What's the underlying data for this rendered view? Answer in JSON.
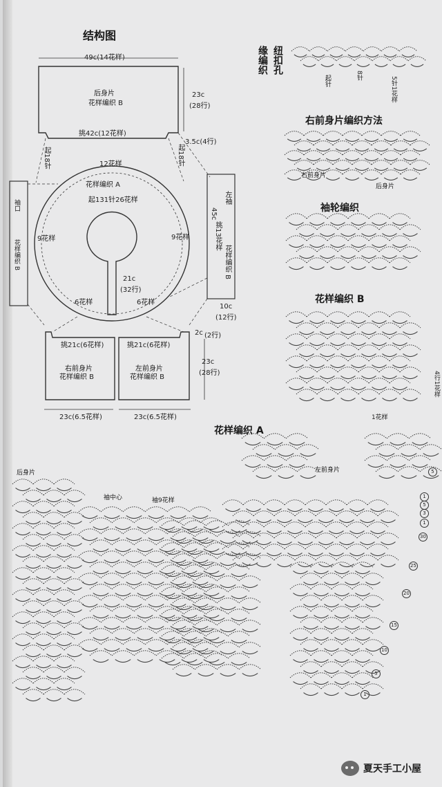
{
  "structure": {
    "title": "结构图",
    "back": {
      "top_width": "49c(14花样)",
      "name": "后身片",
      "pattern": "花样编织 B",
      "height": "23c",
      "height_rows": "(28行)",
      "start": "挑42c(12花样)",
      "side_note": "3.5c(4行)",
      "left_start": "起18针",
      "right_start": "起18针"
    },
    "yoke": {
      "outer": "12花样",
      "pattern": "花样编织 A",
      "start": "起131针26花样",
      "left_side": "9花样",
      "right_side": "9花样",
      "bottom_left": "6花样",
      "bottom_right": "6花样",
      "depth": "21c",
      "depth_rows": "(32行)"
    },
    "left_strip": {
      "label": "袖口",
      "pattern": "花样编织 B"
    },
    "sleeve": {
      "name": "左袖",
      "length": "45c",
      "start": "挑13花样",
      "pattern": "花样编织 B",
      "width": "10c",
      "width_rows": "(12行)"
    },
    "right_front": {
      "start": "挑21c(6花样)",
      "name": "右前身片",
      "pattern": "花样编织 B",
      "width": "23c(6.5花样)"
    },
    "left_front": {
      "start": "挑21c(6花样)",
      "name": "左前身片",
      "pattern": "花样编织 B",
      "width": "23c(6.5花样)"
    },
    "front_side_top": "2c",
    "front_side_top_rows": "(2行)",
    "front_height": "23c",
    "front_height_rows": "(28行)"
  },
  "edging": {
    "title": "缘编织",
    "subtitle": "纽扣孔",
    "label1": "起针",
    "label2": "8针",
    "label3": "5针1花样"
  },
  "right_front_method": {
    "title": "右前身片编织方法",
    "label_left": "右前身片",
    "label_right": "后身片"
  },
  "sleeve_chart": {
    "title": "袖轮编织"
  },
  "pattern_b": {
    "title": "花样编织 B",
    "repeat": "1花样",
    "side": "4行1花样"
  },
  "pattern_a": {
    "title": "花样编织 A",
    "label_back": "后身片",
    "label_left_front": "左前身片",
    "label_sleeve_center": "袖中心",
    "label_sleeve": "袖9花样",
    "row_numbers": [
      "5",
      "1",
      "5",
      "3",
      "1",
      "30",
      "25",
      "20",
      "15",
      "10",
      "5",
      "1"
    ]
  },
  "footer": {
    "account": "夏天手工小屋"
  }
}
